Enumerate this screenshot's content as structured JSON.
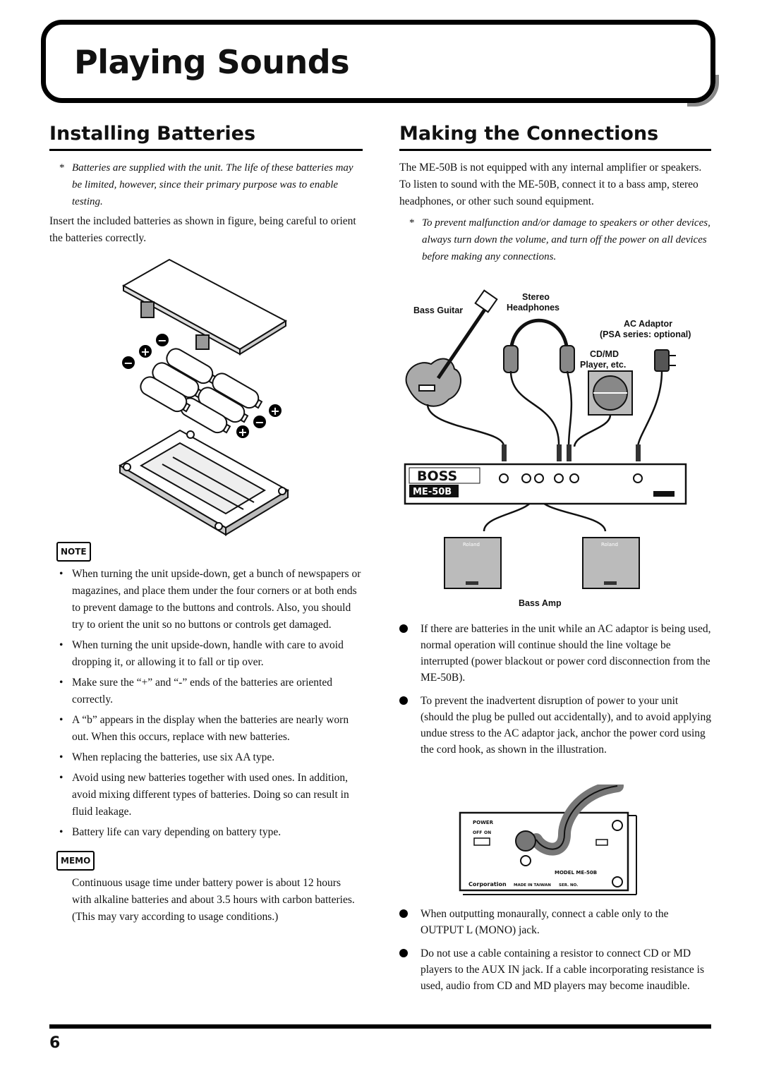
{
  "page": {
    "title": "Playing Sounds",
    "number": "6"
  },
  "left": {
    "heading": "Installing Batteries",
    "star_note": "Batteries are supplied with the unit. The life of these batteries may be limited, however, since their primary purpose was to enable testing.",
    "intro": "Insert the included batteries as shown in figure, being careful to orient the batteries correctly.",
    "note_tag": "NOTE",
    "notes": [
      "When turning the unit upside-down, get a bunch of newspapers or magazines, and place them under the four corners or at both ends to prevent damage to the buttons and controls. Also, you should try to orient the unit so no buttons or controls get damaged.",
      "When turning the unit upside-down, handle with care to avoid dropping it, or allowing it to fall or tip over.",
      "Make sure the “+” and “-” ends of the batteries are oriented correctly.",
      "A “b” appears in the display when the batteries are nearly worn out. When this occurs, replace with new batteries.",
      "When replacing the batteries, use six AA type.",
      "Avoid using new batteries together with used ones. In addition, avoid mixing different types of batteries. Doing so can result in fluid leakage.",
      "Battery life can vary depending on battery type."
    ],
    "memo_tag": "MEMO",
    "memo_1": "Continuous usage time under battery power is about 12 hours with alkaline batteries and about 3.5 hours with carbon batteries.",
    "memo_2": "(This may vary according to usage conditions.)"
  },
  "right": {
    "heading": "Making the Connections",
    "intro": "The ME-50B is not equipped with any internal amplifier or speakers. To listen to sound with the ME-50B, connect it to a bass amp, stereo headphones, or other such sound equipment.",
    "star_note": "To prevent malfunction and/or damage to speakers or other devices, always turn down the volume, and turn off the power on all devices before making any connections.",
    "diagram": {
      "bass_guitar": "Bass Guitar",
      "stereo": "Stereo",
      "headphones": "Headphones",
      "ac_adaptor": "AC Adaptor",
      "psa": "(PSA series: optional)",
      "cdmd": "CD/MD",
      "player": "Player, etc.",
      "brand": "BOSS",
      "model": "ME-50B",
      "bass_amp": "Bass Amp",
      "amp_brand": "Roland"
    },
    "bullets_a": [
      "If there are batteries in the unit while an AC adaptor is being used, normal operation will continue should the line voltage be interrupted (power blackout or power cord disconnection from the ME-50B).",
      "To prevent the inadvertent disruption of power to your unit (should the plug be pulled out accidentally), and to avoid applying undue stress to the AC adaptor jack, anchor the power cord using the cord hook, as shown in the illustration."
    ],
    "hook_diagram": {
      "power": "POWER",
      "off": "OFF",
      "on": "ON",
      "corporation": "Corporation",
      "made_in": "MADE IN TAIWAN",
      "ser": "SER. NO.",
      "model": "MODEL ME-50B"
    },
    "bullets_b": [
      "When outputting monaurally, connect a cable only to the OUTPUT L (MONO) jack.",
      "Do not use a cable containing a resistor to connect CD or MD players to the AUX IN jack. If a cable incorporating resistance is used, audio from CD and MD players may become inaudible."
    ]
  }
}
